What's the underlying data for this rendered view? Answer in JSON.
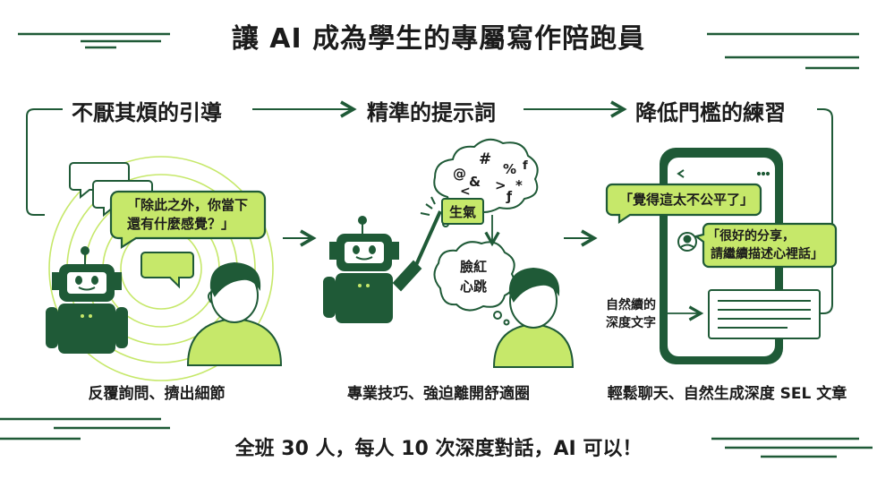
{
  "title": "讓 AI 成為學生的專屬寫作陪跑員",
  "sections": [
    {
      "heading": "不厭其煩的引導",
      "bubble": [
        "「除此之外，你當下",
        "還有什麼感覺？」"
      ],
      "caption": "反覆詢問、擠出細節"
    },
    {
      "heading": "精準的提示詞",
      "prompt_tag": "生氣",
      "symbols": [
        "@",
        "#",
        "%",
        "&",
        ">",
        "*",
        "f",
        "ƒ",
        "<"
      ],
      "thought": [
        "臉紅",
        "心跳"
      ],
      "caption": "專業技巧、強迫離開舒適圈"
    },
    {
      "heading": "降低門檻的練習",
      "chat_student": "「覺得這太不公平了」",
      "chat_ai": [
        "「很好的分享，",
        "請繼續描述心裡話」"
      ],
      "output_label": [
        "自然續的",
        "深度文字"
      ],
      "caption": "輕鬆聊天、自然生成深度 SEL 文章"
    }
  ],
  "footer": "全班 30 人，每人 10 次深度對話，AI 可以！",
  "colors": {
    "dark_green": "#1f5a37",
    "lime": "#c6e86a",
    "light_lime": "#dff0a6",
    "text": "#1b1b1b"
  }
}
